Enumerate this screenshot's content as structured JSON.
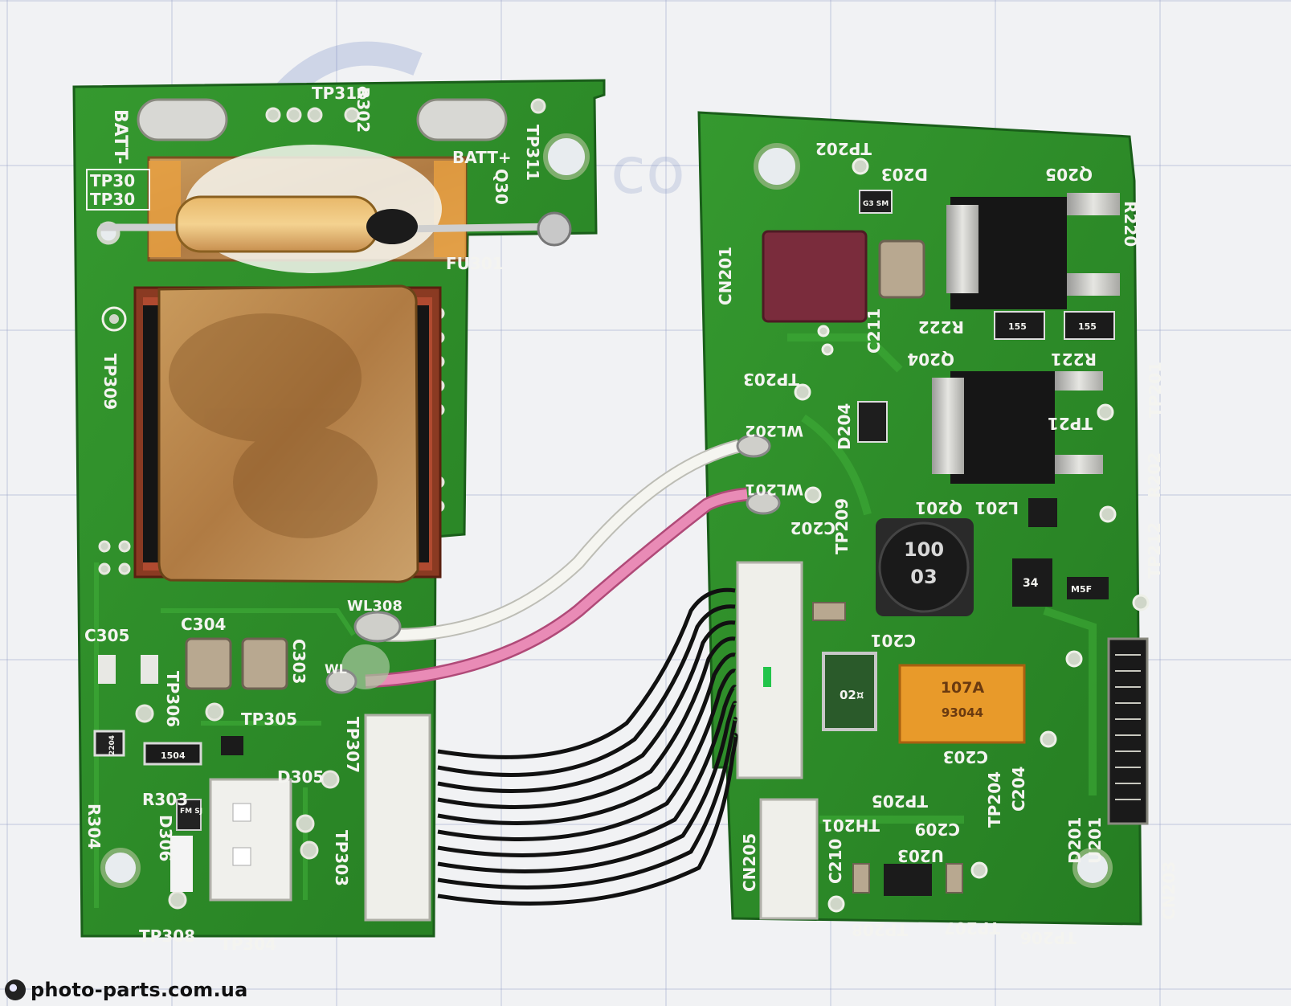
{
  "watermark": {
    "site": "photo-parts.com.ua"
  },
  "board_left": {
    "labels": [
      "BATT-",
      "BATT+",
      "R302",
      "TP310",
      "TP311",
      "Q30",
      "FU301",
      "TP30",
      "TP309",
      "C305",
      "C304",
      "C303",
      "TP306",
      "TP305",
      "WL308",
      "WL",
      "TP307",
      "D305",
      "R303",
      "R304",
      "D306",
      "TP303",
      "TP308",
      "TP304"
    ],
    "part_markings": {
      "r_2204": "2204",
      "r_1504": "1504",
      "d_fm": "FM SJ"
    }
  },
  "board_right": {
    "labels": [
      "TP202",
      "D203",
      "Q205",
      "R220",
      "CN201",
      "C211",
      "R222",
      "R221",
      "Q204",
      "TP203",
      "D204",
      "TP201",
      "WL202",
      "TP21",
      "WL201",
      "TP209",
      "Q201",
      "L201",
      "R202",
      "C202",
      "TP212",
      "C201",
      "C203",
      "C204",
      "TP205",
      "TP204",
      "TH201",
      "C209",
      "CN205",
      "U203",
      "C210",
      "TP208",
      "TP207",
      "TP206",
      "D201",
      "U201",
      "CN203"
    ],
    "part_markings": {
      "inductor": [
        "100",
        "03"
      ],
      "tantalum": [
        "107A",
        "93044"
      ],
      "diode_02": "02¤",
      "r_155a": "155",
      "r_155b": "155",
      "ic_sm": "G3 SM",
      "ic_34": "34",
      "ic_m5f": "M5F"
    }
  },
  "colors": {
    "pcb": "#2f8f2a",
    "pcb_dark": "#1f6e1e",
    "silk": "#f4f4f0",
    "copper": "#b8864c",
    "wire_white": "#f3f3ee",
    "wire_pink": "#e27aa6",
    "ribbon": "#111111"
  }
}
